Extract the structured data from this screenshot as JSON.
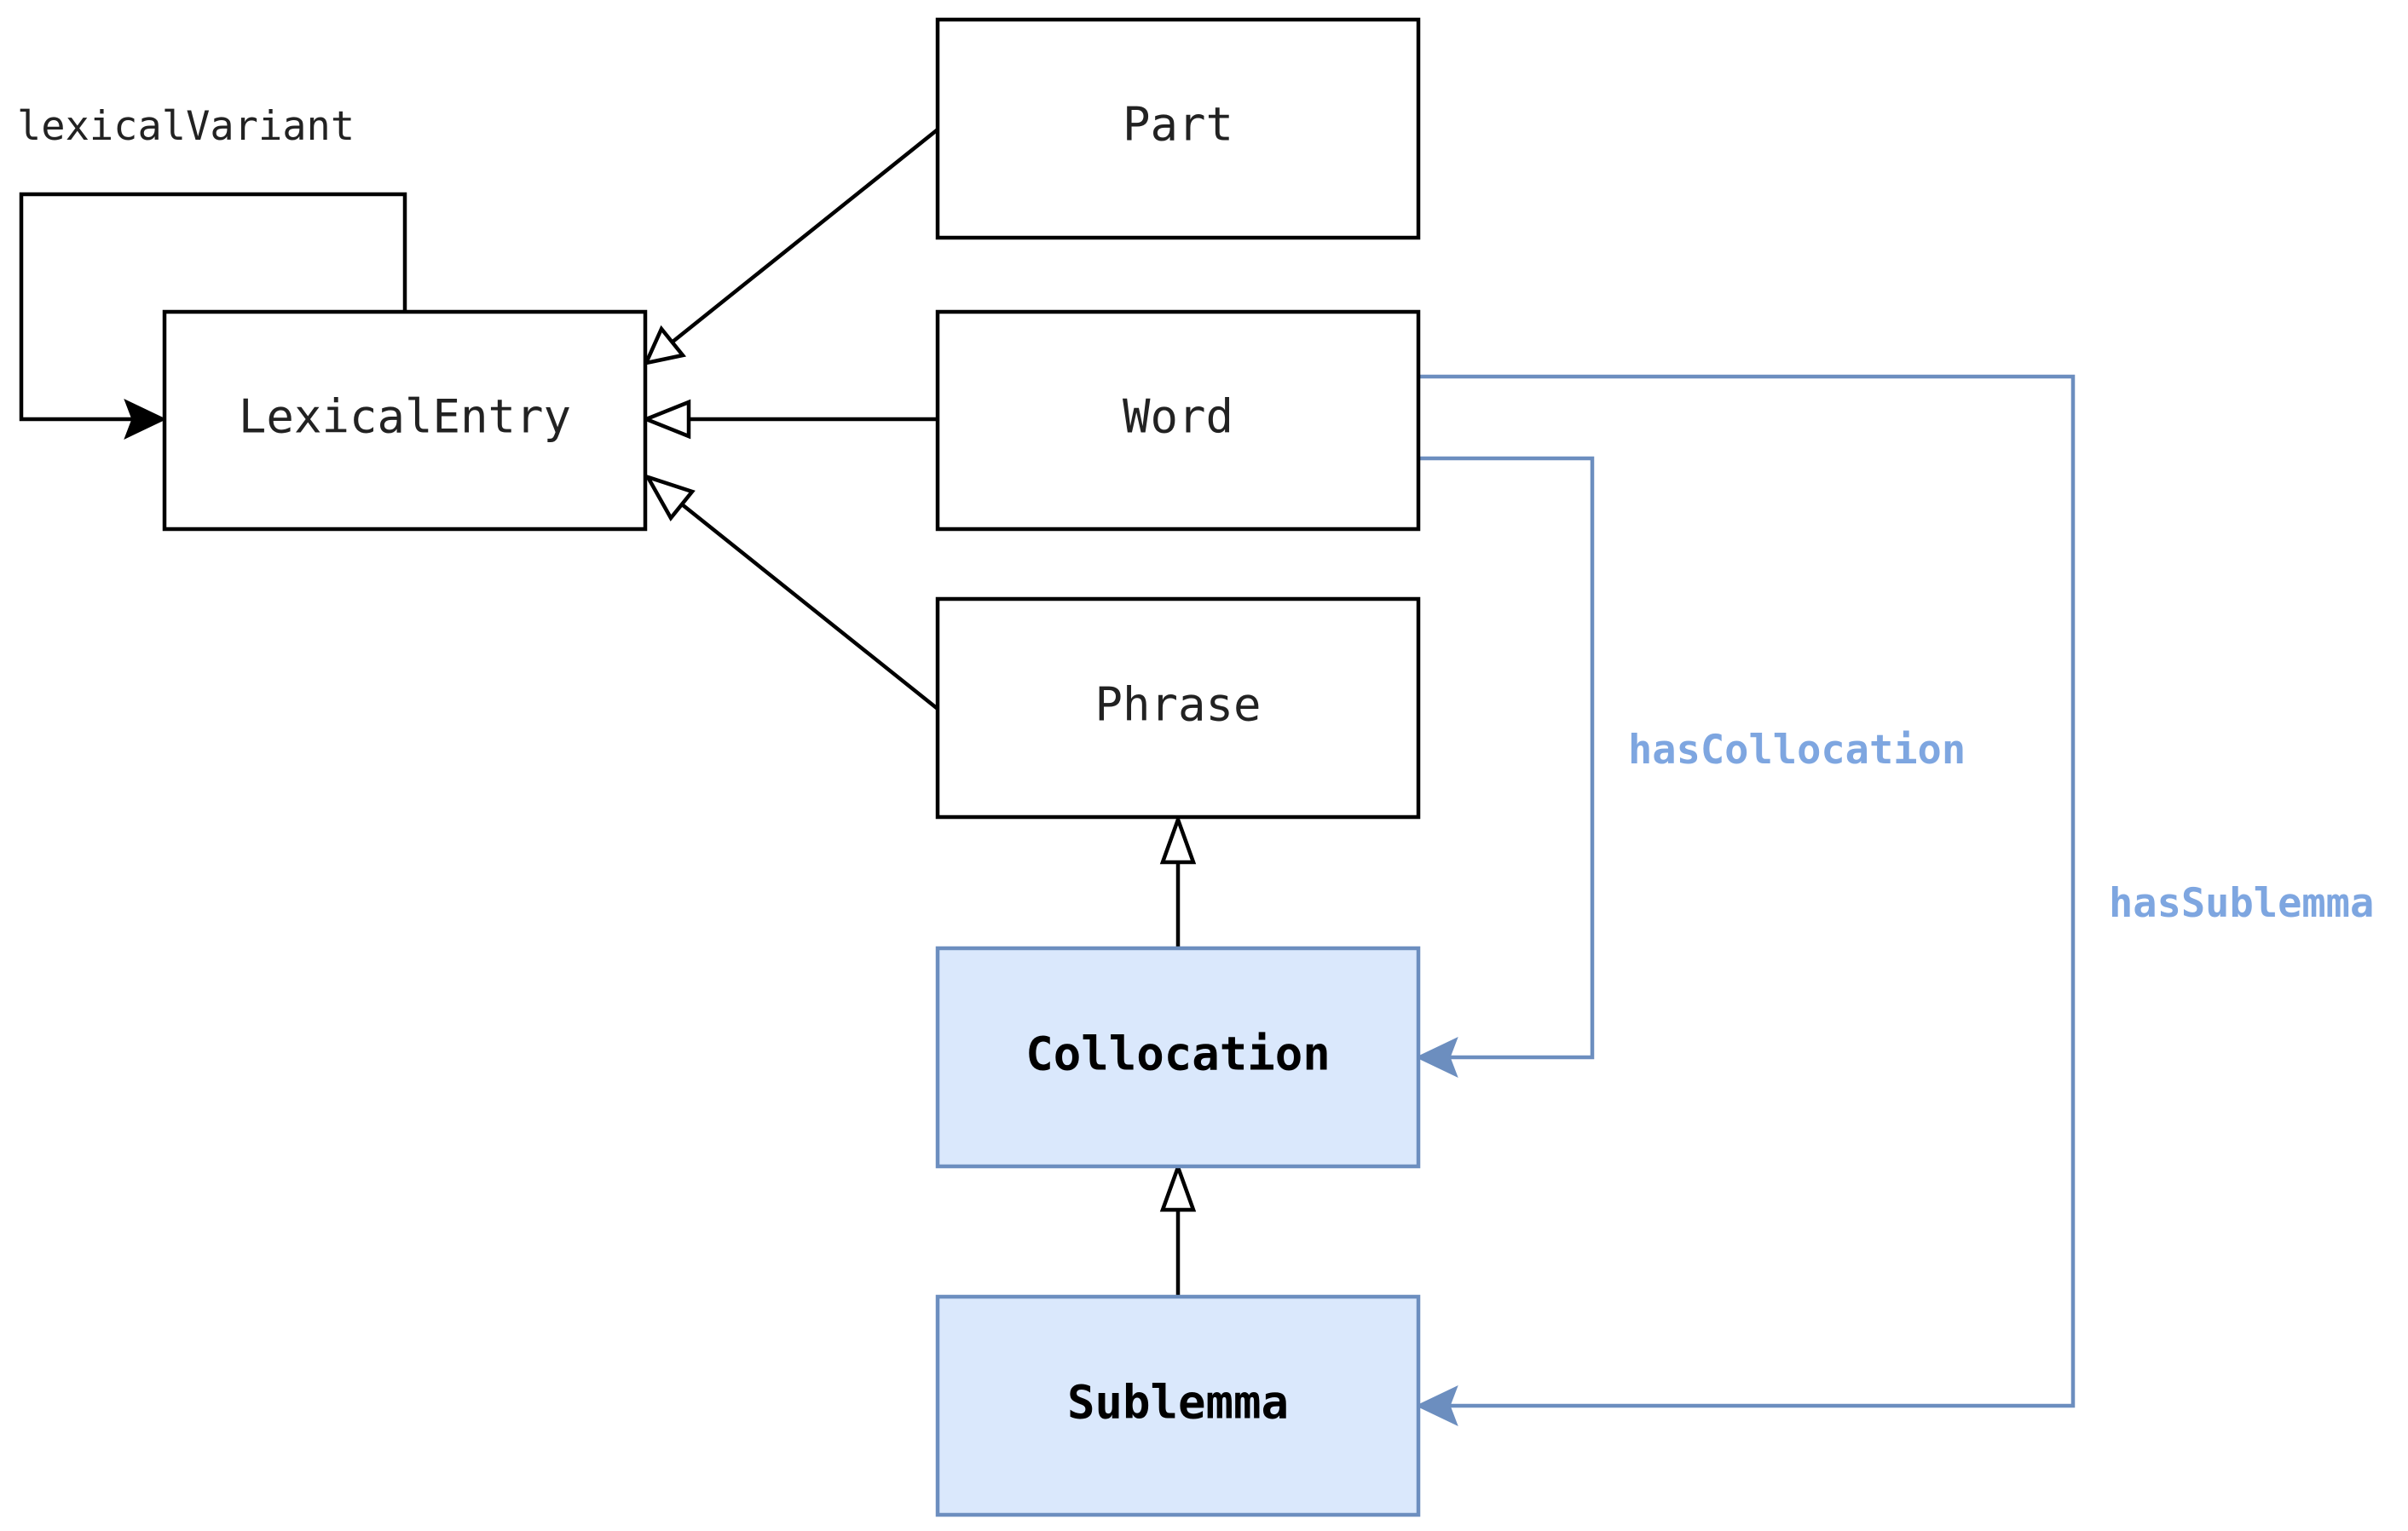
{
  "nodes": {
    "lexical_entry": "LexicalEntry",
    "part": "Part",
    "word": "Word",
    "phrase": "Phrase",
    "collocation": "Collocation",
    "sublemma": "Sublemma"
  },
  "edges": {
    "lexical_variant": "lexicalVariant",
    "has_collocation": "hasCollocation",
    "has_sublemma": "hasSublemma"
  },
  "colors": {
    "highlight_fill": "#dae8fc",
    "highlight_stroke": "#6c8ebf",
    "relation_label": "#7ea6e0"
  }
}
